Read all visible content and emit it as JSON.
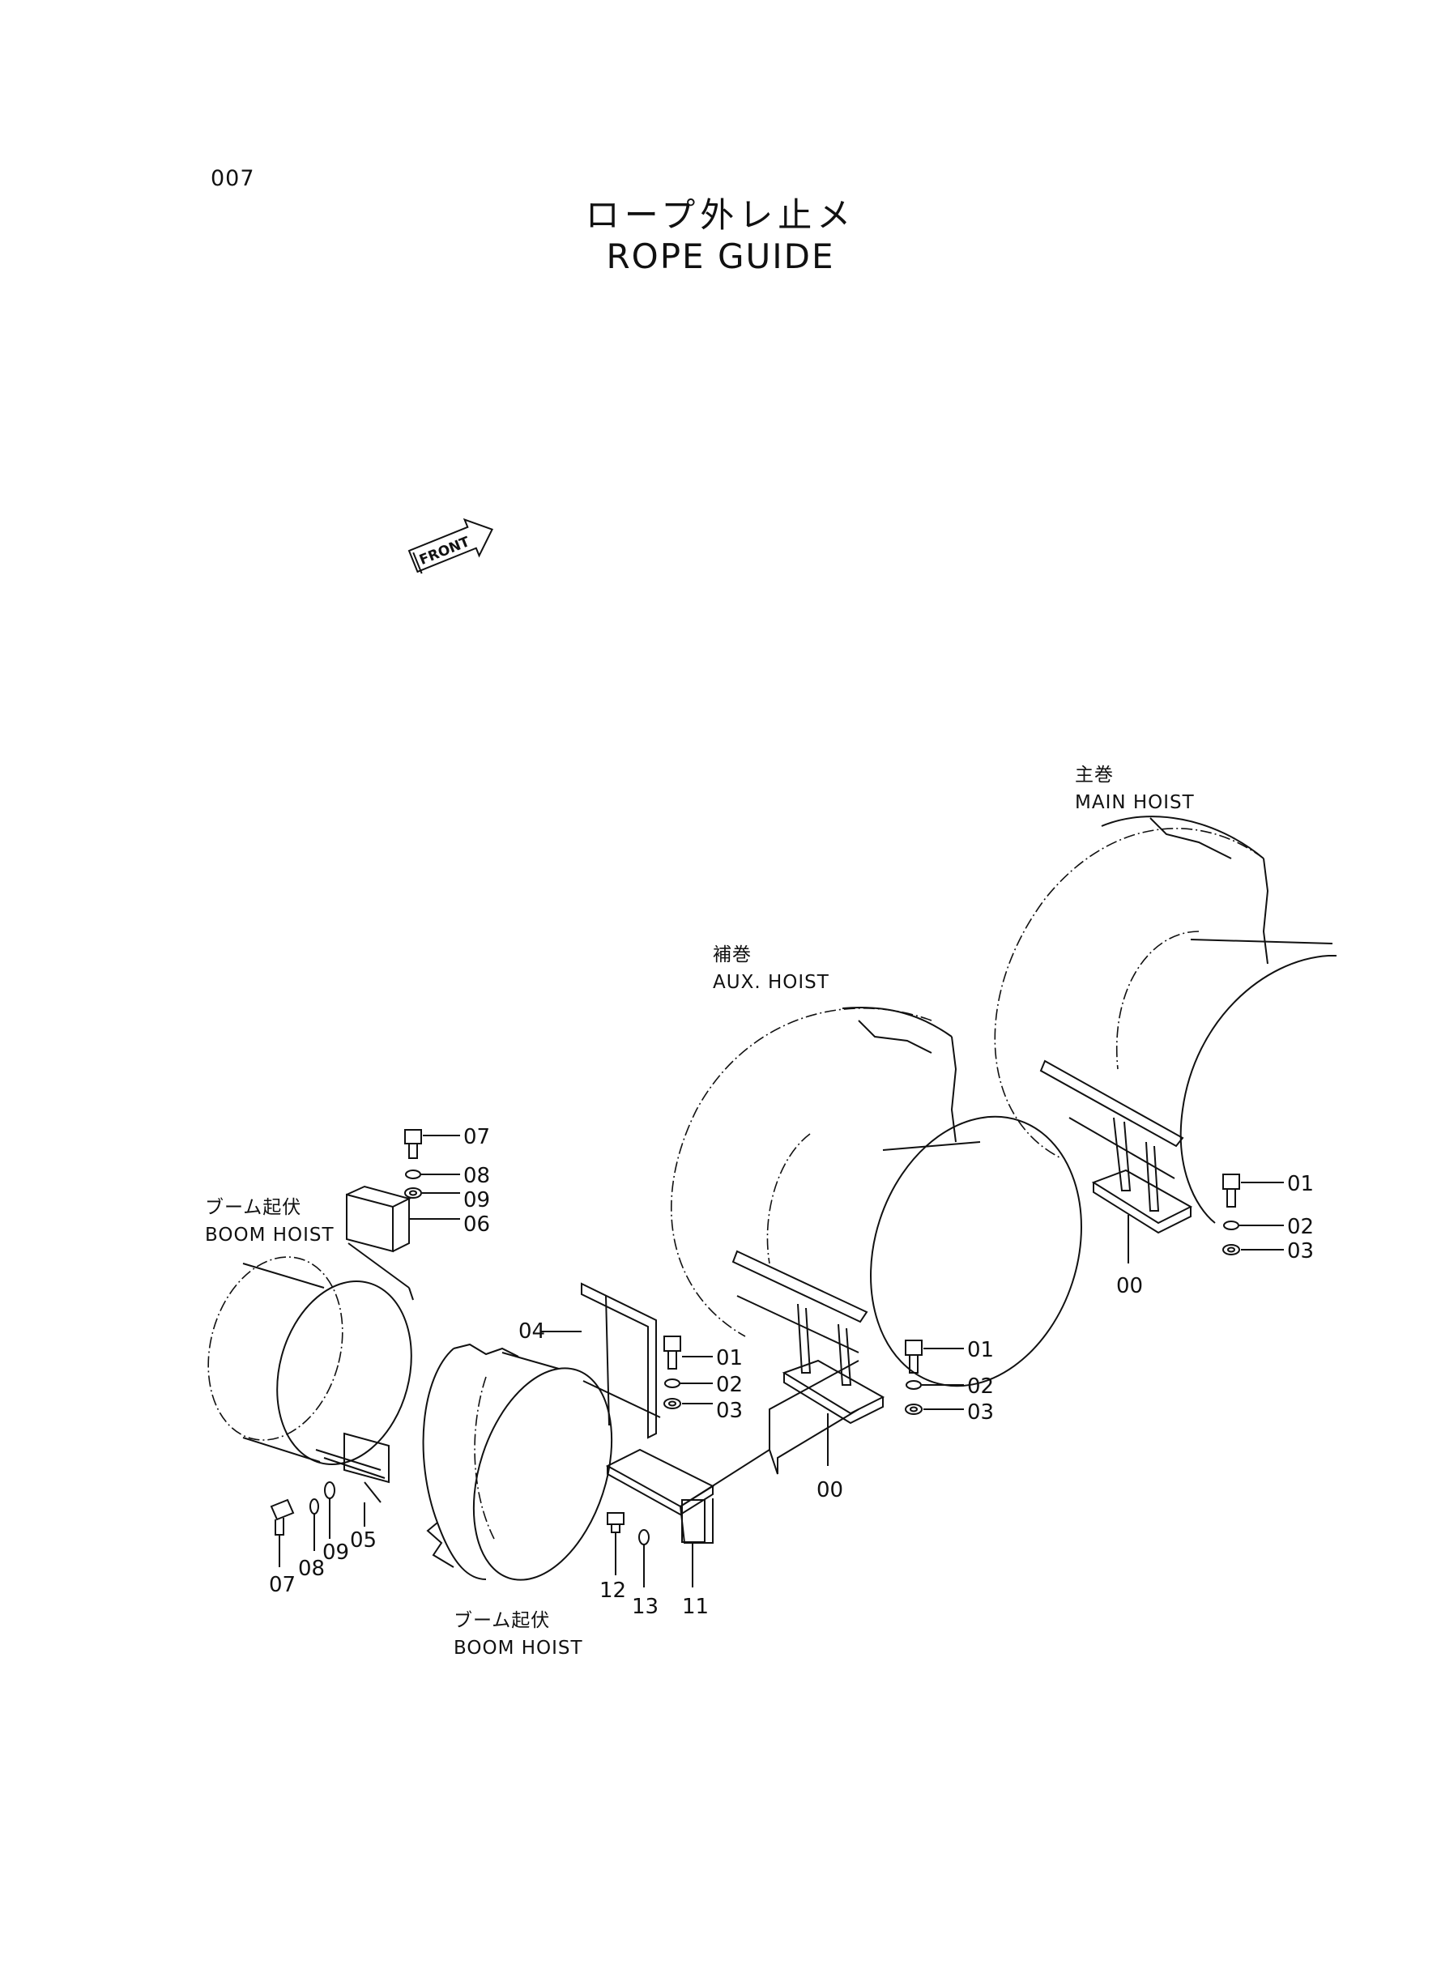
{
  "header": {
    "page_number": "007",
    "title_ja": "ロープ外レ止メ",
    "title_en": "ROPE GUIDE"
  },
  "front_marker": "FRONT",
  "drum_labels": {
    "main_ja": "主巻",
    "main_en": "MAIN HOIST",
    "aux_ja": "補巻",
    "aux_en": "AUX. HOIST",
    "boom_upper_ja": "ブーム起伏",
    "boom_upper_en": "BOOM HOIST",
    "boom_lower_ja": "ブーム起伏",
    "boom_lower_en": "BOOM HOIST"
  },
  "callouts": {
    "main_01": "01",
    "main_02": "02",
    "main_03": "03",
    "main_00": "00",
    "aux_01": "01",
    "aux_02": "02",
    "aux_03": "03",
    "aux_00": "00",
    "mid_04": "04",
    "mid_01": "01",
    "mid_02": "02",
    "mid_03": "03",
    "mid_12": "12",
    "mid_13": "13",
    "mid_11": "11",
    "up_07": "07",
    "up_08": "08",
    "up_09": "09",
    "up_06": "06",
    "lo_07": "07",
    "lo_08": "08",
    "lo_09": "09",
    "lo_05": "05"
  }
}
